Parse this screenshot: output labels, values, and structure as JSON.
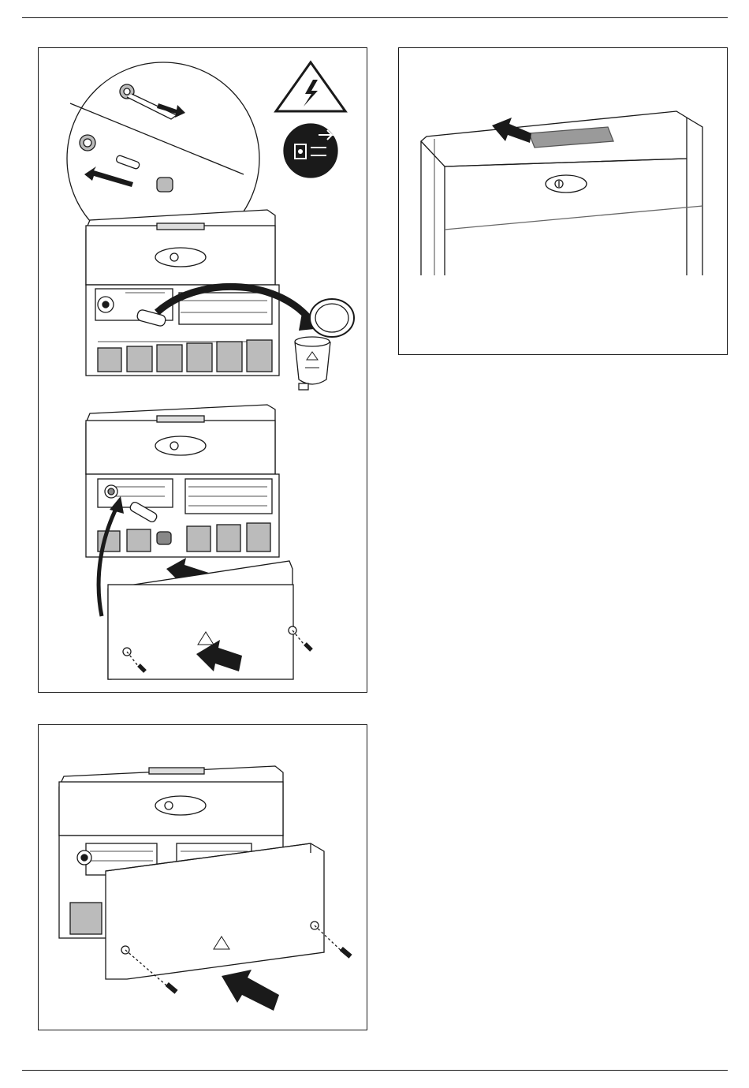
{
  "page": {
    "background": "#ffffff",
    "line_color": "#1a1a1a"
  },
  "figures": [
    {
      "id": "fuse-replacement",
      "steps": [
        "remove-fuse-cap",
        "discard-fuse",
        "insert-new-fuse",
        "refit-cover"
      ],
      "warning_symbols": [
        "high-voltage-warning-icon",
        "disconnect-mains-plug-icon"
      ],
      "recycle_bin": "recycle-bin-icon"
    },
    {
      "id": "cover-top-slot",
      "highlight_color": "#9a9a9a"
    },
    {
      "id": "cover-refit",
      "arrow_color": "#1a1a1a"
    }
  ]
}
